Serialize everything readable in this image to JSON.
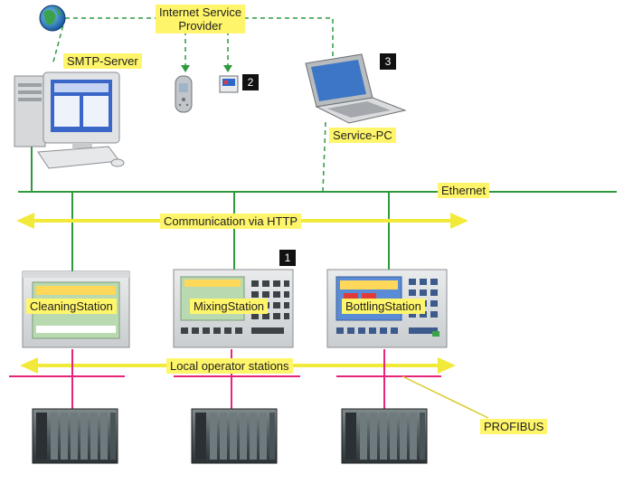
{
  "labels": {
    "isp_line1": "Internet Service",
    "isp_line2": "Provider",
    "smtp_server": "SMTP-Server",
    "service_pc": "Service-PC",
    "ethernet": "Ethernet",
    "communication": "Communication via HTTP",
    "cleaning": "CleaningStation",
    "mixing": "MixingStation",
    "bottling": "BottlingStation",
    "local_operator": "Local operator stations",
    "profibus": "PROFIBUS"
  },
  "markers": {
    "m1": "1",
    "m2": "2",
    "m3": "3"
  },
  "colors": {
    "network": "#2e9a3e",
    "arrow": "#f2ea3a",
    "label_bg": "#fff56a",
    "profibus": "#e6257a",
    "profibus_leader": "#d9cc2a"
  },
  "icons": [
    "globe-icon",
    "mobile-phone-icon",
    "pda-icon",
    "smtp-server-computer-icon",
    "service-pc-laptop-icon",
    "hmi-panel-icon",
    "plc-rack-icon"
  ]
}
